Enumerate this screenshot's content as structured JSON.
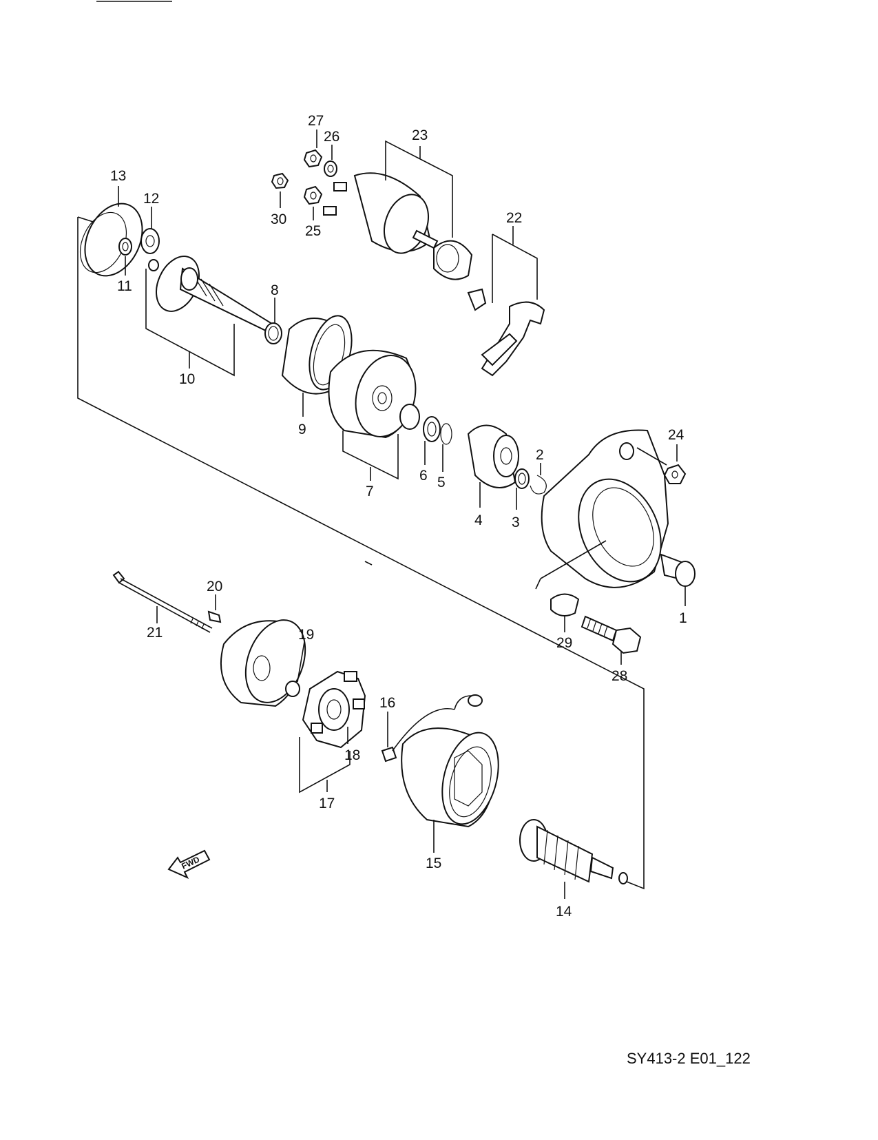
{
  "figure_code": "SY413-2 E01_122",
  "fwd_label": "FWD",
  "callouts": [
    "1",
    "2",
    "3",
    "4",
    "5",
    "6",
    "7",
    "8",
    "9",
    "10",
    "11",
    "12",
    "13",
    "14",
    "15",
    "16",
    "17",
    "18",
    "19",
    "20",
    "21",
    "22",
    "23",
    "24",
    "25",
    "26",
    "27",
    "28",
    "29",
    "30"
  ]
}
